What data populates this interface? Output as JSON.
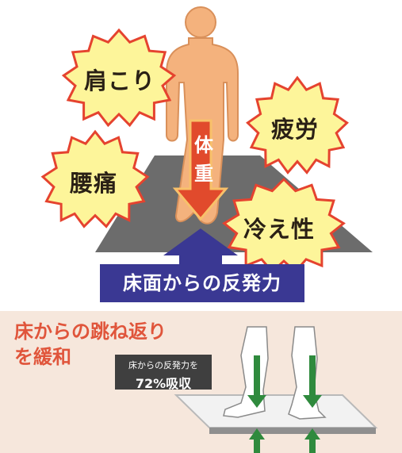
{
  "symptoms": {
    "shoulder": "肩こり",
    "fatigue": "疲労",
    "back": "腰痛",
    "cold": "冷え性"
  },
  "weight": {
    "char1": "体",
    "char2": "重"
  },
  "floor_force_label": "床面からの反発力",
  "bottom": {
    "heading_line1": "床からの跳ね返り",
    "heading_line2": "を緩和",
    "stat_caption": "床からの反発力を",
    "stat_value": "72%吸収"
  },
  "colors": {
    "burst_fill": "#fdf59a",
    "burst_stroke": "#e5432f",
    "body": "#f4b27d",
    "floor": "#6c6c6c",
    "banner": "#3a3893",
    "arrow_green": "#2f8a3d",
    "heading_red": "#e0553b"
  }
}
